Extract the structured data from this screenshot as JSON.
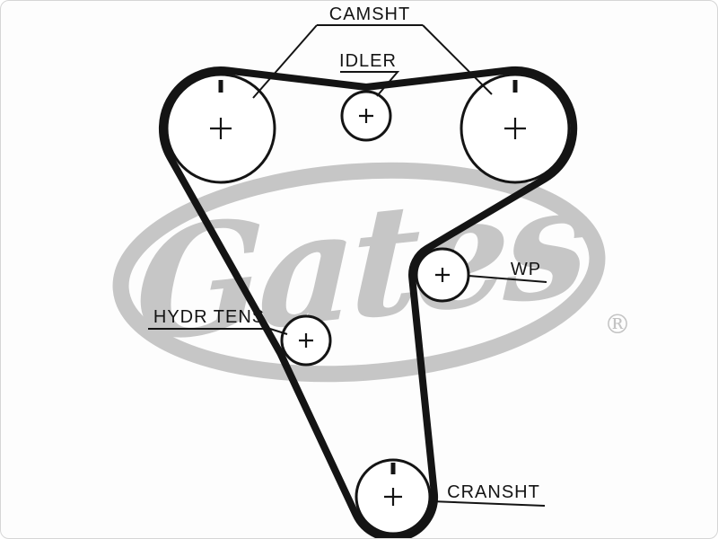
{
  "labels": {
    "camshaft": "CAMSHT",
    "idler": "IDLER",
    "water_pump": "WP",
    "hydraulic_tensioner": "HYDR TENS",
    "crankshaft": "CRANSHT"
  },
  "watermark": {
    "brand": "Gates",
    "registered_mark": "®",
    "color": "#c6c6c6"
  },
  "colors": {
    "line": "#141414",
    "background": "#ffffff",
    "pulley_fill": "#ffffff"
  }
}
